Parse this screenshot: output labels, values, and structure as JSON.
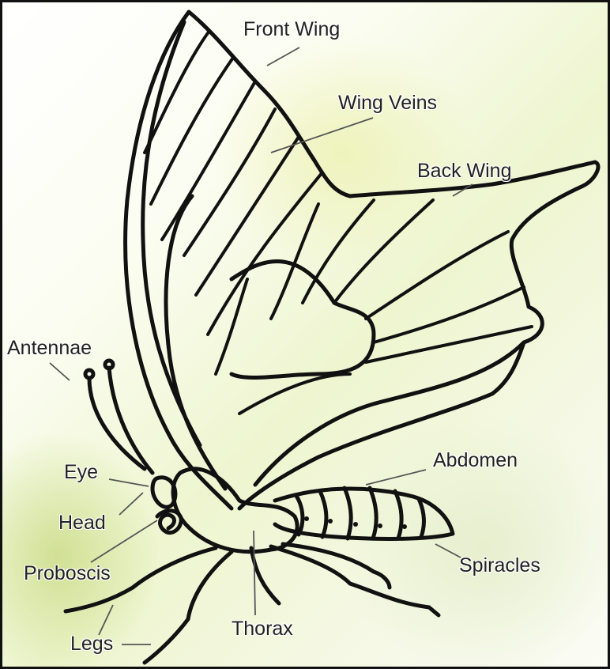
{
  "labels": {
    "front_wing": "Front Wing",
    "wing_veins": "Wing Veins",
    "back_wing": "Back Wing",
    "antennae": "Antennae",
    "eye": "Eye",
    "head": "Head",
    "proboscis": "Proboscis",
    "legs": "Legs",
    "thorax": "Thorax",
    "abdomen": "Abdomen",
    "spiracles": "Spiracles"
  },
  "colors": {
    "outline": "#111111",
    "leader_line": "#555555",
    "background_tint": "#eef5cf"
  }
}
